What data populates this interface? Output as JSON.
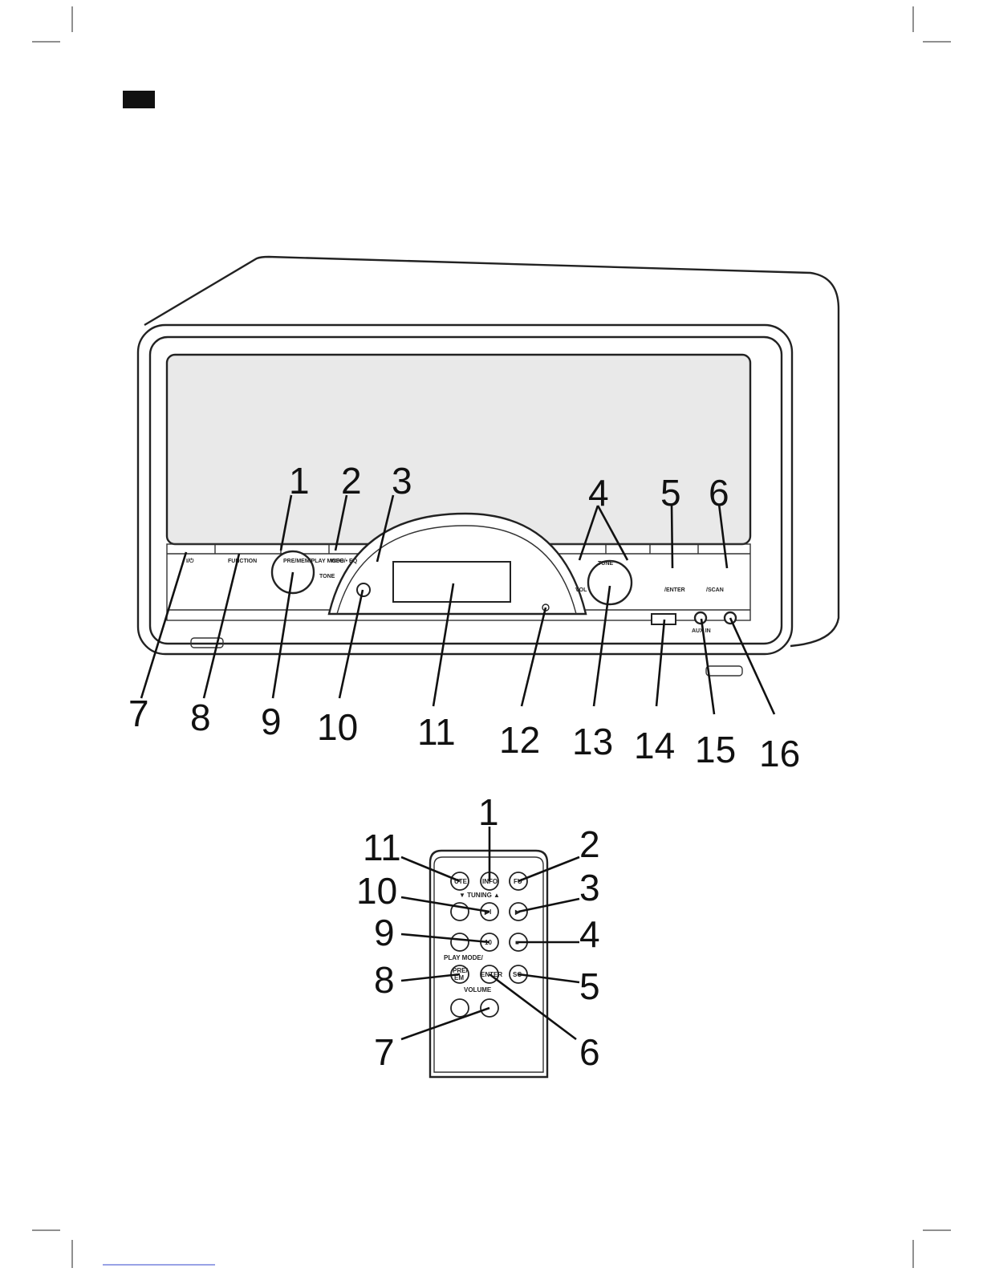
{
  "front_labels": {
    "standby": "I/⏻",
    "function": "FUNCTION",
    "prememplay": "PRE/MEM/PLAY MODE",
    "infoeq": "INFO/• EQ",
    "tone": "TONE",
    "vol": "VOL",
    "tune": "TUNE",
    "enter": "/ENTER",
    "scan": "/SCAN",
    "auxin": "AUX IN"
  },
  "front_callouts": [
    "1",
    "2",
    "3",
    "4",
    "5",
    "6",
    "7",
    "8",
    "9",
    "10",
    "11",
    "12",
    "13",
    "14",
    "15",
    "16"
  ],
  "remote_labels": {
    "mute": "UTE",
    "info": "INFO",
    "fu": "FU",
    "tuning": "▼ TUNING ▲",
    "play": "▶",
    "stop": "■",
    "playmode": "PLAY MODE/",
    "pre": "PRE/",
    "mem": "EM",
    "enter": "ENTER",
    "sc": "SC",
    "volume": "VOLUME",
    "plus": "+",
    "minus": "−",
    "skip": "▶I",
    "ten": "10"
  },
  "remote_callouts": [
    "1",
    "2",
    "3",
    "4",
    "5",
    "6",
    "7",
    "8",
    "9",
    "10",
    "11"
  ]
}
